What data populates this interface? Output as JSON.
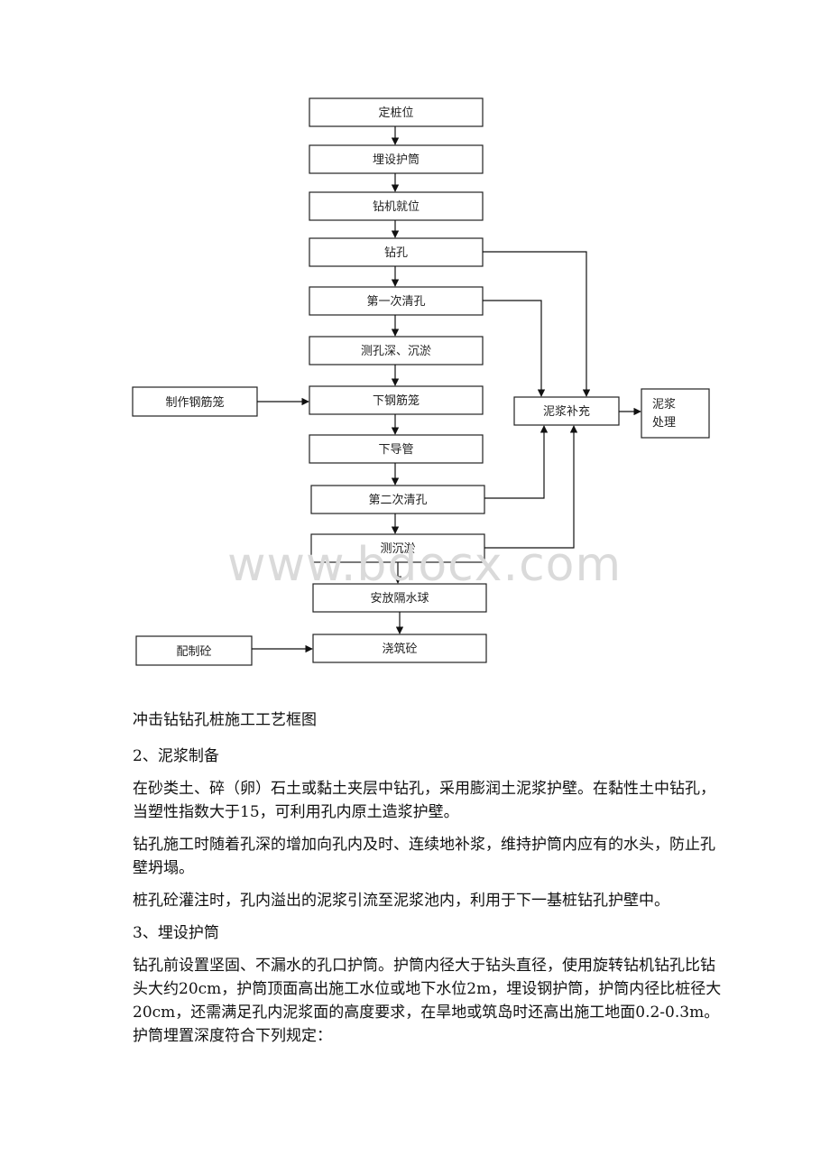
{
  "flowchart": {
    "steps": [
      "定桩位",
      "埋设护筒",
      "钻机就位",
      "钻孔",
      "第一次清孔",
      "测孔深、沉淤",
      "下钢筋笼",
      "下导管",
      "第二次清孔",
      "测沉淤",
      "安放隔水球",
      "浇筑砼"
    ],
    "side_rebar": "制作钢筋笼",
    "side_concrete": "配制砼",
    "mud_supply": "泥浆补充",
    "mud_treat_line1": "泥浆",
    "mud_treat_line2": "处理"
  },
  "watermark": "www.bdocx.com",
  "doc": {
    "caption": "冲击钻钻孔桩施工工艺框图",
    "h2": "2、泥浆制备",
    "p1": "在砂类土、碎（卵）石土或黏土夹层中钻孔，采用膨润土泥浆护壁。在黏性土中钻孔，当塑性指数大于15，可利用孔内原土造浆护壁。",
    "p2": "钻孔施工时随着孔深的增加向孔内及时、连续地补浆，维持护筒内应有的水头，防止孔壁坍塌。",
    "p3": "桩孔砼灌注时，孔内溢出的泥浆引流至泥浆池内，利用于下一基桩钻孔护壁中。",
    "h3": "3、埋设护筒",
    "p4": "钻孔前设置坚固、不漏水的孔口护筒。护筒内径大于钻头直径，使用旋转钻机钻孔比钻头大约20cm，护筒顶面高出施工水位或地下水位2m，埋设钢护筒，护筒内径比桩径大20cm，还需满足孔内泥浆面的高度要求，在旱地或筑岛时还高出施工地面0.2-0.3m。护筒埋置深度符合下列规定："
  }
}
